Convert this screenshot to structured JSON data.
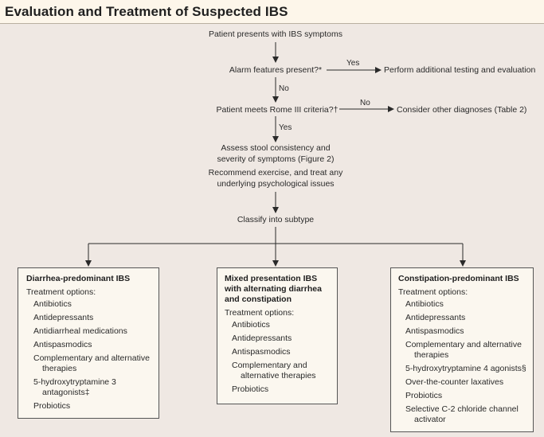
{
  "title": "Evaluation and Treatment of Suspected IBS",
  "flow": {
    "step1": "Patient presents with IBS symptoms",
    "step2": "Alarm features present?*",
    "step2_yes_label": "Yes",
    "step2_yes_target": "Perform additional testing and evaluation",
    "step2_no_label": "No",
    "step3": "Patient meets Rome III criteria?†",
    "step3_no_label": "No",
    "step3_no_target": "Consider other diagnoses (Table 2)",
    "step3_yes_label": "Yes",
    "step4_line1": "Assess stool consistency and",
    "step4_line2": "severity of symptoms (Figure 2)",
    "step4_line3": "Recommend exercise, and treat any",
    "step4_line4": "underlying psychological issues",
    "step5": "Classify into subtype"
  },
  "subtypes": [
    {
      "title": "Diarrhea-predominant IBS",
      "options_label": "Treatment options:",
      "items": [
        [
          "Antibiotics"
        ],
        [
          "Antidepressants"
        ],
        [
          "Antidiarrheal medications"
        ],
        [
          "Antispasmodics"
        ],
        [
          "Complementary and alternative",
          "therapies"
        ],
        [
          "5-hydroxytryptamine 3",
          "antagonists‡"
        ],
        [
          "Probiotics"
        ]
      ]
    },
    {
      "title": "Mixed presentation IBS with alternating diarrhea and constipation",
      "options_label": "Treatment options:",
      "items": [
        [
          "Antibiotics"
        ],
        [
          "Antidepressants"
        ],
        [
          "Antispasmodics"
        ],
        [
          "Complementary and",
          "alternative therapies"
        ],
        [
          "Probiotics"
        ]
      ]
    },
    {
      "title": "Constipation-predominant IBS",
      "options_label": "Treatment options:",
      "items": [
        [
          "Antibiotics"
        ],
        [
          "Antidepressants"
        ],
        [
          "Antispasmodics"
        ],
        [
          "Complementary and alternative",
          "therapies"
        ],
        [
          "5-hydroxytryptamine 4 agonists§"
        ],
        [
          "Over-the-counter laxatives"
        ],
        [
          "Probiotics"
        ],
        [
          "Selective C-2 chloride channel",
          "activator"
        ]
      ]
    }
  ]
}
